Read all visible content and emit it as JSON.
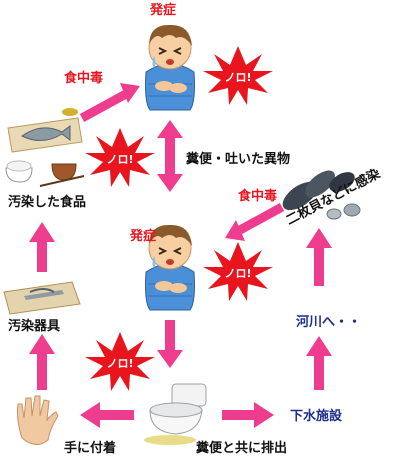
{
  "labels": {
    "onset_top": "発症",
    "food_poisoning_top": "食中毒",
    "feces_vomit": "糞便・吐いた異物",
    "contaminated_food": "汚染した食品",
    "food_poisoning_right": "食中毒",
    "bivalve_infection": "二枚貝などに感染",
    "onset_middle": "発症",
    "contaminated_utensils": "汚染器具",
    "to_river": "河川へ・・",
    "sewage_facility": "下水施設",
    "hand_contact": "手に付着",
    "excreted_with_feces": "糞便と共に排出"
  },
  "bursts": {
    "text": "ノロ!"
  },
  "colors": {
    "arrow": "#ee3d8e",
    "burst": "#e8141e",
    "label_red": "#e8141e",
    "label_blue": "#1e2f8c",
    "label_black": "#111111"
  }
}
